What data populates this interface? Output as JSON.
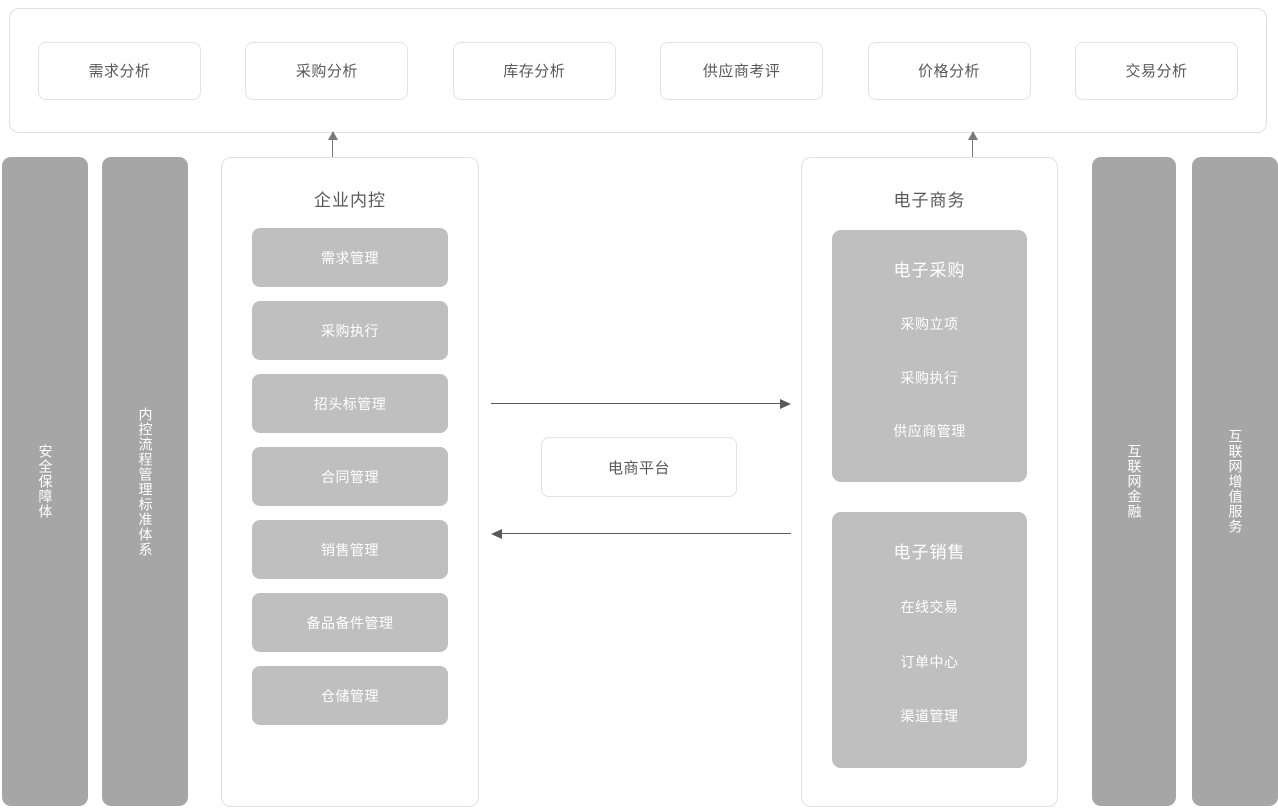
{
  "analytics_bar": {
    "chips": [
      {
        "label": "需求分析"
      },
      {
        "label": "采购分析"
      },
      {
        "label": "库存分析"
      },
      {
        "label": "供应商考评"
      },
      {
        "label": "价格分析"
      },
      {
        "label": "交易分析"
      }
    ]
  },
  "side_bars": {
    "security": {
      "label": "安全保障体"
    },
    "process": {
      "label": "内控流程管理标准体系"
    },
    "finance": {
      "label": "互联网金融"
    },
    "valueadd": {
      "label": "互联网增值服务"
    }
  },
  "internal_control": {
    "title": "企业内控",
    "modules": [
      {
        "label": "需求管理"
      },
      {
        "label": "采购执行"
      },
      {
        "label": "招头标管理"
      },
      {
        "label": "合同管理"
      },
      {
        "label": "销售管理"
      },
      {
        "label": "备品备件管理"
      },
      {
        "label": "仓储管理"
      }
    ]
  },
  "ecommerce": {
    "title": "电子商务",
    "groups": [
      {
        "title": "电子采购",
        "items": [
          {
            "label": "采购立项"
          },
          {
            "label": "采购执行"
          },
          {
            "label": "供应商管理"
          }
        ]
      },
      {
        "title": "电子销售",
        "items": [
          {
            "label": "在线交易"
          },
          {
            "label": "订单中心"
          },
          {
            "label": "渠道管理"
          }
        ]
      }
    ]
  },
  "platform": {
    "label": "电商平台"
  },
  "colors": {
    "gray_block": "#a6a6a6",
    "module_gray": "#bfbfbf",
    "border": "#e0e0e0",
    "text": "#595959",
    "arrow": "#595959"
  }
}
